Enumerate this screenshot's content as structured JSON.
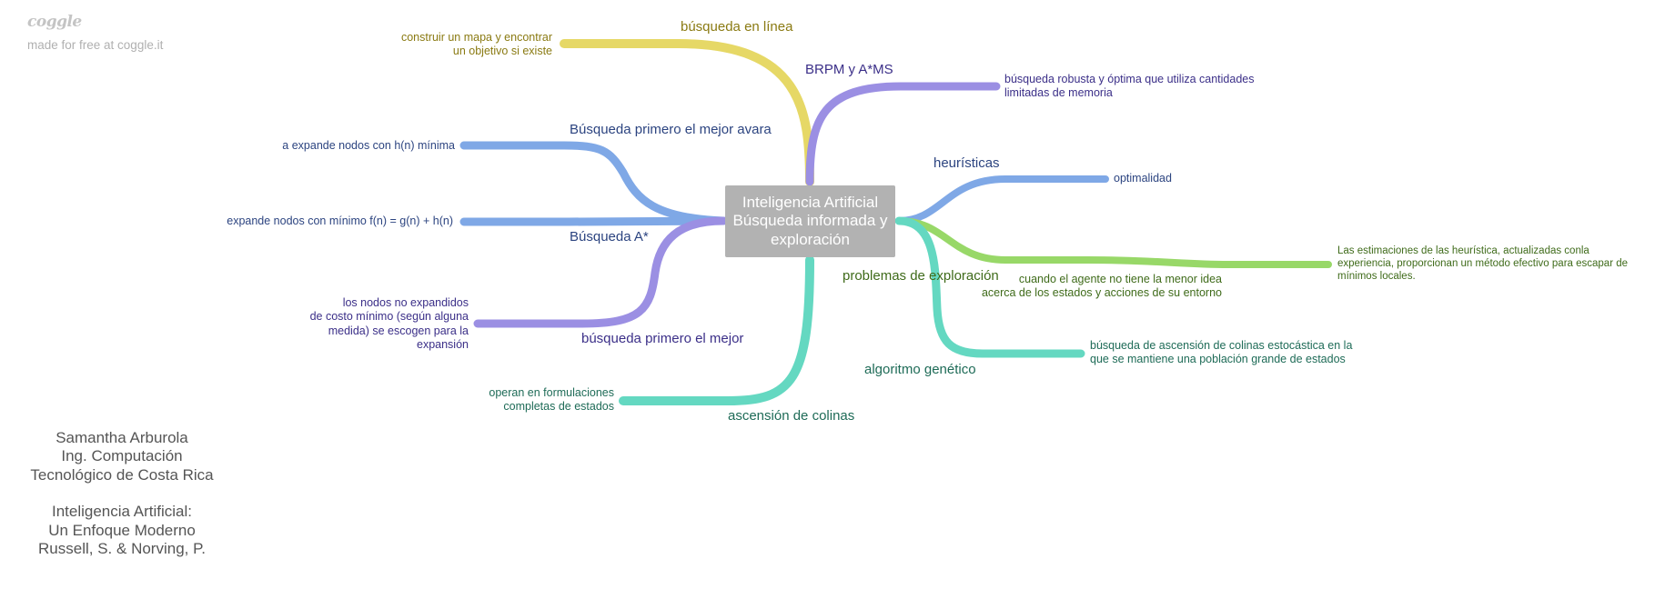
{
  "brand": {
    "logo": "coggle",
    "tagline": "made for free at coggle.it"
  },
  "central_topic": {
    "lines": [
      "Inteligencia Artificial",
      "Búsqueda informada y",
      "exploración"
    ]
  },
  "colors": {
    "yellow": "#e6d866",
    "purple": "#9b8fe3",
    "blue": "#7fa8e6",
    "teal": "#64d8c1",
    "green": "#98d868",
    "text_yellow": "#8a7a12",
    "text_purple": "#3b2f88",
    "text_blue": "#2c4480",
    "text_teal": "#1e6b57",
    "text_green": "#3f6b1a",
    "center_box": "#b2b2b2"
  },
  "branches": {
    "busqueda_en_linea": {
      "label": "búsqueda en línea",
      "leaf": [
        "construir un mapa y encontrar",
        "un objetivo si existe"
      ]
    },
    "brpm": {
      "label": "BRPM y A*MS",
      "leaf": [
        "búsqueda robusta y óptima que utiliza cantidades",
        "limitadas de memoria"
      ]
    },
    "avara": {
      "label": "Búsqueda primero el mejor avara",
      "leaf": [
        "a expande nodos con h(n) mínima"
      ]
    },
    "a_star": {
      "label": "Búsqueda A*",
      "leaf": [
        "expande nodos con mínimo f(n) = g(n) + h(n)"
      ]
    },
    "primero_mejor": {
      "label": "búsqueda primero el mejor",
      "leaf": [
        "los nodos no expandidos",
        "de costo mínimo (según alguna",
        "medida) se escogen para la",
        "expansión"
      ]
    },
    "ascension": {
      "label": "ascensión de colinas",
      "leaf": [
        "operan en formulaciones",
        "completas de estados"
      ]
    },
    "heuristicas": {
      "label": "heurísticas",
      "leaf": [
        "optimalidad"
      ]
    },
    "exploracion": {
      "label": "problemas de exploración",
      "sub": [
        "cuando el agente no tiene la menor idea",
        "acerca de los estados y acciones de su entorno"
      ],
      "leaf": [
        "Las estimaciones de las heurística, actualizadas conla",
        "experiencia, proporcionan un método efectivo para escapar de",
        "mínimos locales."
      ]
    },
    "genetico": {
      "label": "algoritmo genético",
      "leaf": [
        "búsqueda de ascensión de colinas estocástica en la",
        "que se mantiene una población grande de estados"
      ]
    }
  },
  "credits": {
    "author": [
      "Samantha Arburola",
      "Ing. Computación",
      "Tecnológico de Costa Rica"
    ],
    "book": [
      "Inteligencia Artificial:",
      "Un Enfoque Moderno",
      "Russell, S. & Norving, P."
    ]
  }
}
